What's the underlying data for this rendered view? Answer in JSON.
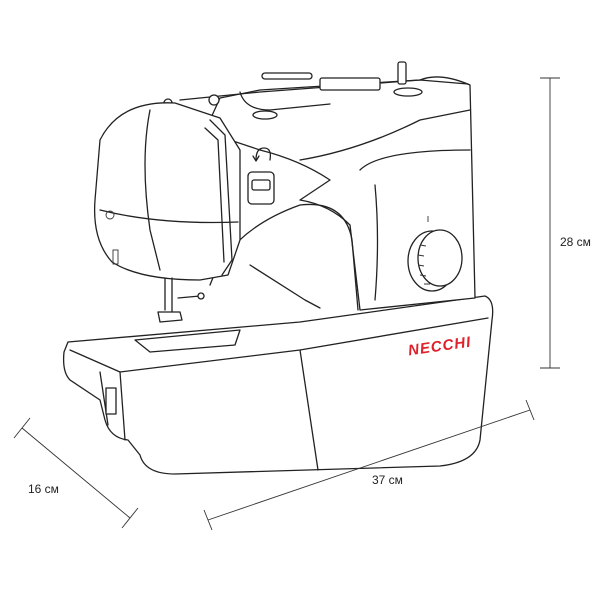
{
  "product": {
    "brand_logo": "NECCHI",
    "brand_color": "#e0212b"
  },
  "dimensions": {
    "height": "28 см",
    "depth": "16 см",
    "width": "37 см"
  }
}
